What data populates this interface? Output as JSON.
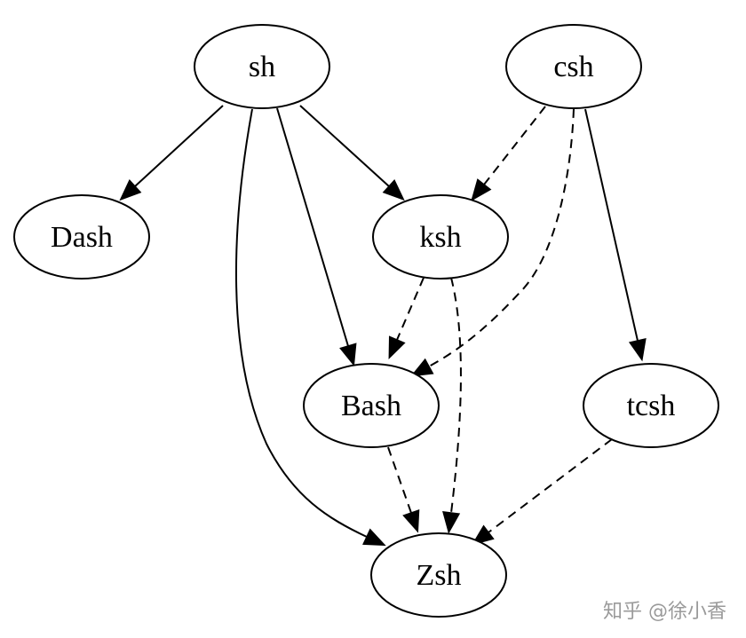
{
  "diagram": {
    "nodes": [
      {
        "id": "sh",
        "label": "sh"
      },
      {
        "id": "csh",
        "label": "csh"
      },
      {
        "id": "dash",
        "label": "Dash"
      },
      {
        "id": "ksh",
        "label": "ksh"
      },
      {
        "id": "bash",
        "label": "Bash"
      },
      {
        "id": "tcsh",
        "label": "tcsh"
      },
      {
        "id": "zsh",
        "label": "Zsh"
      }
    ],
    "edges": [
      {
        "from": "sh",
        "to": "dash",
        "style": "solid"
      },
      {
        "from": "sh",
        "to": "ksh",
        "style": "solid"
      },
      {
        "from": "sh",
        "to": "bash",
        "style": "solid"
      },
      {
        "from": "sh",
        "to": "zsh",
        "style": "solid"
      },
      {
        "from": "csh",
        "to": "ksh",
        "style": "dashed"
      },
      {
        "from": "csh",
        "to": "bash",
        "style": "dashed"
      },
      {
        "from": "csh",
        "to": "tcsh",
        "style": "solid"
      },
      {
        "from": "ksh",
        "to": "bash",
        "style": "dashed"
      },
      {
        "from": "ksh",
        "to": "zsh",
        "style": "dashed"
      },
      {
        "from": "bash",
        "to": "zsh",
        "style": "dashed"
      },
      {
        "from": "tcsh",
        "to": "zsh",
        "style": "dashed"
      }
    ],
    "line_color": "#000000",
    "node_fill": "#ffffff"
  },
  "watermark": {
    "text": "知乎 @徐小香"
  }
}
